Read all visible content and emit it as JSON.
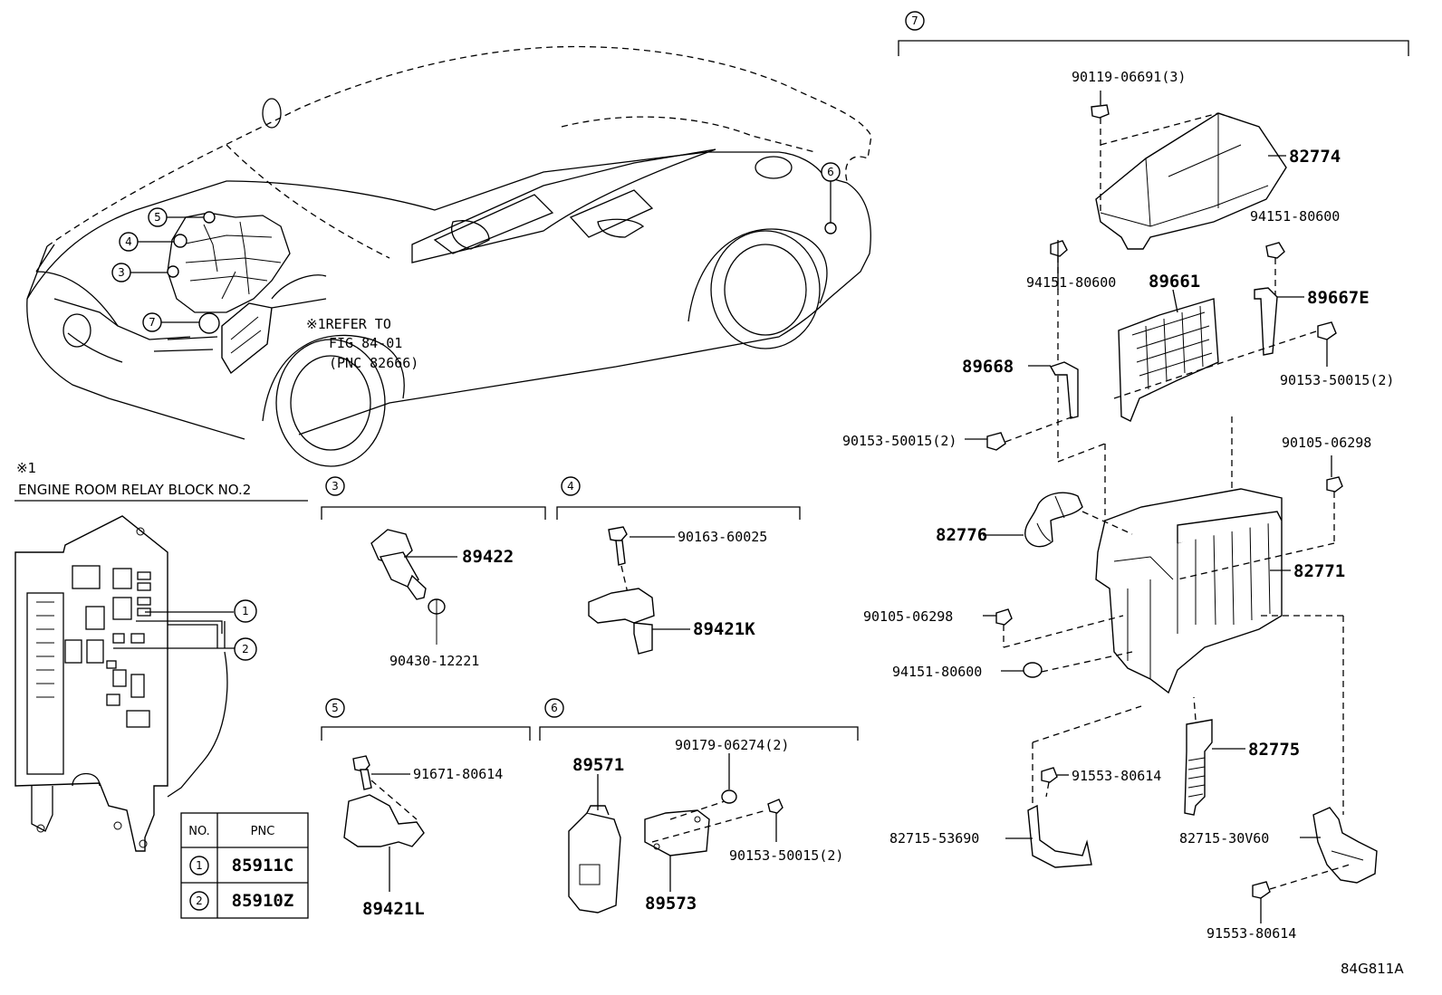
{
  "figure_code": "84G811A",
  "callouts": {
    "c1": "1",
    "c2": "2",
    "c3": "3",
    "c4": "4",
    "c5": "5",
    "c6": "6",
    "c7": "7"
  },
  "car": {
    "refer_line1": "※1REFER TO",
    "refer_line2": "FIG 84-01",
    "refer_line3": "(PNC 82666)"
  },
  "relay_block": {
    "mark": "※1",
    "title": "ENGINE ROOM RELAY BLOCK  NO.2",
    "table_header_no": "NO.",
    "table_header_pnc": "PNC",
    "rows": [
      {
        "no": "1",
        "pnc": "85911C"
      },
      {
        "no": "2",
        "pnc": "85910Z"
      }
    ]
  },
  "group3": {
    "p1": "89422",
    "p2": "90430-12221"
  },
  "group4": {
    "p1": "90163-60025",
    "p2": "89421K"
  },
  "group5": {
    "p1": "91671-80614",
    "p2": "89421L"
  },
  "group6": {
    "p1": "89571",
    "p2": "90179-06274(2)",
    "p3": "90153-50015(2)",
    "p4": "89573"
  },
  "group7": {
    "p01": "90119-06691(3)",
    "p02": "82774",
    "p03": "94151-80600",
    "p04": "94151-80600",
    "p05": "89661",
    "p06": "89667E",
    "p07": "89668",
    "p08": "90153-50015(2)",
    "p09": "90153-50015(2)",
    "p10": "90105-06298",
    "p11": "82776",
    "p12": "82771",
    "p13": "90105-06298",
    "p14": "94151-80600",
    "p15": "82775",
    "p16": "91553-80614",
    "p17": "82715-53690",
    "p18": "82715-30V60",
    "p19": "91553-80614"
  }
}
